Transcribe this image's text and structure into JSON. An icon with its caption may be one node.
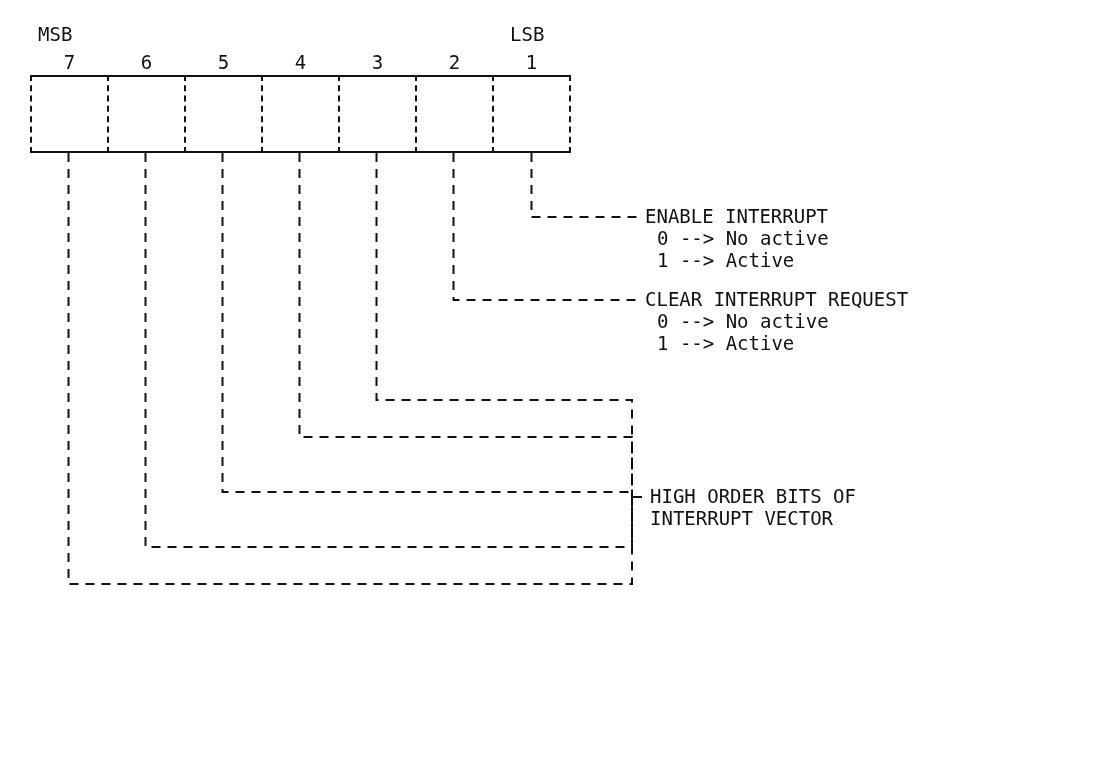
{
  "diagram": {
    "nodes": [
      {
        "text": [
          "7"
        ]
      },
      {
        "text": [
          "6"
        ]
      },
      {
        "text": [
          "5"
        ]
      },
      {
        "text": [
          "4"
        ]
      },
      {
        "text": [
          "3"
        ]
      },
      {
        "text": [
          "2"
        ]
      },
      {
        "text": [
          "1"
        ]
      },
      {
        "text": [
          "ENABLE INTERRUPT",
          "0 --> No active",
          "1 --> Active"
        ]
      },
      {
        "text": [
          "CLEAR INTERRUPT REQUEST",
          "0 --> No active",
          "1 --> Active"
        ]
      },
      {
        "text": [
          "HIGH ORDER BITS OF INTERRUPT VECTOR"
        ]
      }
    ],
    "edges": [
      {
        "from": 6,
        "to": 7,
        "arrow": "none",
        "style": "dashed"
      },
      {
        "from": 5,
        "to": 8,
        "arrow": "none",
        "style": "dashed"
      },
      {
        "from": 4,
        "to": 9,
        "arrow": "none",
        "style": "dashed"
      },
      {
        "from": 3,
        "to": 9,
        "arrow": "none",
        "style": "dashed"
      },
      {
        "from": 2,
        "to": 9,
        "arrow": "none",
        "style": "dashed"
      },
      {
        "from": 1,
        "to": 9,
        "arrow": "none",
        "style": "dashed"
      },
      {
        "from": 0,
        "to": 9,
        "arrow": "none",
        "style": "dashed"
      }
    ],
    "labels": [
      "MSB",
      "LSB"
    ]
  }
}
